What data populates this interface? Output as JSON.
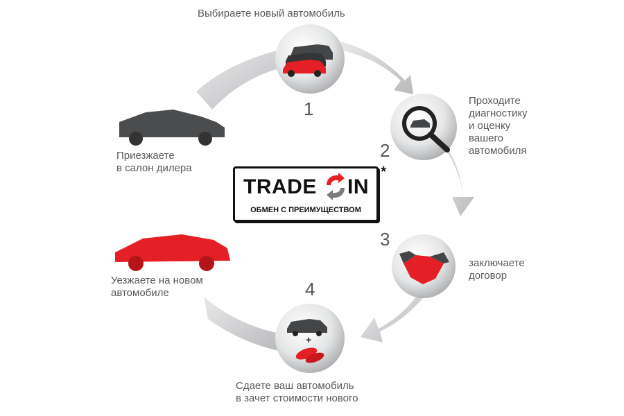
{
  "title_trade": "TRADE",
  "title_in": "IN",
  "asterisk": "*",
  "subtitle": "ОБМЕН С ПРЕИМУЩЕСТВОМ",
  "steps": [
    {
      "number": "1",
      "label": [
        "Выбираете новый автомобиль"
      ],
      "icon": "cars-icon"
    },
    {
      "number": "2",
      "label": [
        "Проходите",
        "диагностику",
        "и оценку",
        "вашего",
        "автомобиля"
      ],
      "icon": "magnifier-car-icon"
    },
    {
      "number": "3",
      "label": [
        "заключаете",
        "договор"
      ],
      "icon": "handshake-icon"
    },
    {
      "number": "4",
      "label": [
        "Сдаете ваш автомобиль",
        "в зачет стоимости нового"
      ],
      "icon": "car-plus-coins-icon"
    }
  ],
  "arrive": {
    "label": [
      "Приезжаете",
      "в салон дилера"
    ],
    "icon": "grey-car-icon"
  },
  "leave": {
    "label": [
      "Уезжаете на новом",
      "автомобиле"
    ],
    "icon": "red-car-icon"
  },
  "colors": {
    "accent_red": "#e41f26",
    "dark_grey": "#4b4c4e",
    "ring_grey": "#c8c9cb",
    "text": "#58595b"
  }
}
